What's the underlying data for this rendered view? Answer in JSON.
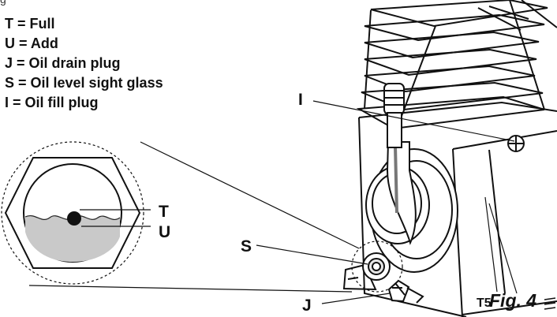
{
  "top_fragment": "g",
  "legend": [
    {
      "key": "T",
      "text": "T = Full"
    },
    {
      "key": "U",
      "text": "U = Add"
    },
    {
      "key": "J",
      "text": "J = Oil drain plug"
    },
    {
      "key": "S",
      "text": "S = Oil level sight glass"
    },
    {
      "key": "I",
      "text": "I = Oil fill plug"
    }
  ],
  "callouts": {
    "T": "T",
    "U": "U",
    "S": "S",
    "J": "J",
    "I": "I"
  },
  "figure_label": "Fig. 4",
  "bottom_mark": "T5"
}
